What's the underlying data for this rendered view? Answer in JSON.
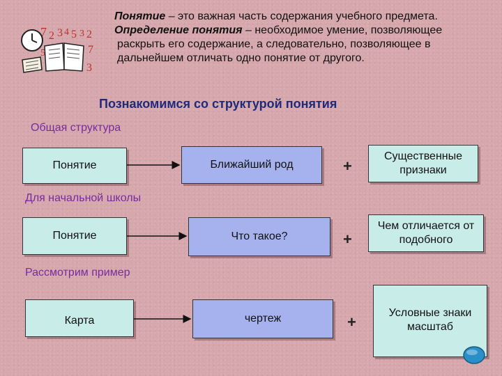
{
  "intro": {
    "term1": "Понятие",
    "line1_rest": " – это важная часть содержания учебного предмета.",
    "term2": "Определение понятия",
    "line2_rest": " – необходимое умение, позволяющее",
    "line3": "раскрыть его содержание, а следовательно, позволяющее в",
    "line4": "дальнейшем отличать одно понятие от другого."
  },
  "heading": "Познакомимся со структурой понятия",
  "sections": [
    {
      "label": "Общая структура",
      "concept": "Понятие",
      "genus": "Ближайший род",
      "plus": "+",
      "features": "Существенные признаки"
    },
    {
      "label": "Для начальной школы",
      "concept": "Понятие",
      "genus": "Что такое?",
      "plus": "+",
      "features": "Чем отличается от подобного"
    },
    {
      "label": "Рассмотрим пример",
      "concept": "Карта",
      "genus": "чертеж",
      "plus": "+",
      "features": "Условные знаки масштаб"
    }
  ],
  "icons": {
    "corner": "book-clock-icon",
    "nav": "nav-oval-icon"
  },
  "colors": {
    "heading": "#1f2a7a",
    "label": "#7a2aa0",
    "teal_box": "#c8ece8",
    "blue_box": "#a6b2ee",
    "nav": "#2a8fc8"
  }
}
